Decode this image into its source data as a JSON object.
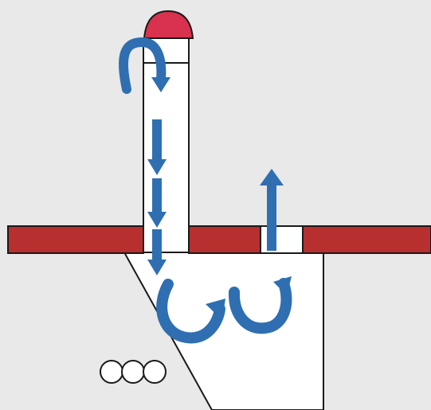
{
  "diagram": {
    "colors": {
      "background": "#e9e9e9",
      "structure_fill": "#ffffff",
      "outline": "#1a1a1a",
      "cap": "#d9324e",
      "deck": "#b72f2f",
      "arrow": "#2f6fb1"
    },
    "elements": {
      "cap": "red-dome-cap",
      "deck": "red-horizontal-deck",
      "pipe": "vertical-white-pipe",
      "chamber": "white-chamber",
      "outlet": "roof-outlet",
      "portholes": "three-circles",
      "arrows": [
        "curved-arrow-top-inlet",
        "down-arrow-1",
        "down-arrow-2",
        "down-arrow-3",
        "curved-arrow-left-swirl",
        "curved-arrow-right-swirl",
        "up-arrow-exit"
      ]
    }
  }
}
